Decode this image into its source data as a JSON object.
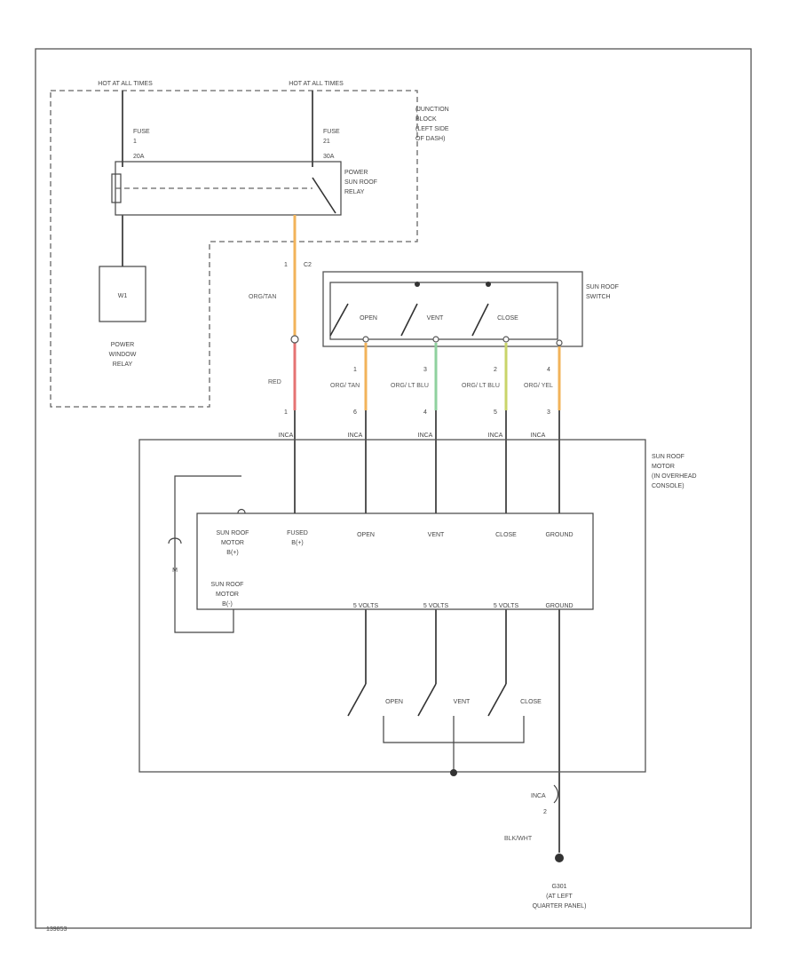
{
  "sources": [
    {
      "label": "HOT AT ALL TIMES"
    },
    {
      "label": "HOT AT ALL TIMES"
    }
  ],
  "fuses": [
    {
      "name": "FUSE",
      "number": "1",
      "rating": "20A"
    },
    {
      "name": "FUSE",
      "number": "21",
      "rating": "30A"
    }
  ],
  "junction_block": {
    "label_lines": [
      "(JUNCTION",
      "BLOCK",
      "(LEFT SIDE",
      "OF DASH)"
    ]
  },
  "relay": {
    "label_lines": [
      "POWER",
      "SUN ROOF",
      "RELAY"
    ]
  },
  "window_relay": {
    "id": "W1",
    "label_lines": [
      "POWER",
      "WINDOW",
      "RELAY"
    ]
  },
  "switch": {
    "label_lines": [
      "SUN ROOF",
      "SWITCH"
    ],
    "positions": [
      "OPEN",
      "VENT",
      "CLOSE"
    ]
  },
  "wires": [
    {
      "id": "power",
      "color_upper": "ORG/TAN",
      "color_lower": "RED",
      "pin_top": "1",
      "connector": "C2",
      "pin_bottom": "1",
      "connector_bottom": "INCA",
      "stroke_upper": "#f2b35a",
      "stroke_lower": "#e57373"
    },
    {
      "id": "open",
      "color": "ORG/ TAN",
      "pin_top": "1",
      "pin_bottom": "6",
      "connector_bottom": "INCA",
      "stroke": "#f2b35a"
    },
    {
      "id": "vent",
      "color": "ORG/ LT BLU",
      "pin_top": "3",
      "pin_bottom": "4",
      "connector_bottom": "INCA",
      "stroke": "#8fd19e"
    },
    {
      "id": "close",
      "color": "ORG/ LT BLU",
      "pin_top": "2",
      "pin_bottom": "5",
      "connector_bottom": "INCA",
      "stroke": "#c9d46a"
    },
    {
      "id": "ground",
      "color": "ORG/ YEL",
      "pin_top": "4",
      "pin_bottom": "3",
      "connector_bottom": "INCA",
      "stroke": "#f2b35a"
    }
  ],
  "motor": {
    "label_lines": [
      "SUN ROOF",
      "MOTOR",
      "(IN OVERHEAD",
      "CONSOLE)"
    ],
    "module_top_labels": [
      [
        "SUN ROOF",
        "MOTOR",
        "B(+)"
      ],
      [
        "FUSED",
        "B(+)"
      ],
      [
        "OPEN"
      ],
      [
        "VENT"
      ],
      [
        "CLOSE"
      ],
      [
        "GROUND"
      ]
    ],
    "module_bottom_labels": [
      "5 VOLTS",
      "5 VOLTS",
      "5 VOLTS",
      "GROUND"
    ],
    "module_left_label": [
      "SUN ROOF",
      "MOTOR",
      "B(-)"
    ],
    "motor_symbol": "M",
    "internal_switch_positions": [
      "OPEN",
      "VENT",
      "CLOSE"
    ]
  },
  "ground": {
    "connector": "INCA",
    "pin": "2",
    "wire_color": "BLK/WHT",
    "label_lines": [
      "G301",
      "(AT LEFT",
      "QUARTER PANEL)"
    ]
  },
  "figure_id": "139853"
}
